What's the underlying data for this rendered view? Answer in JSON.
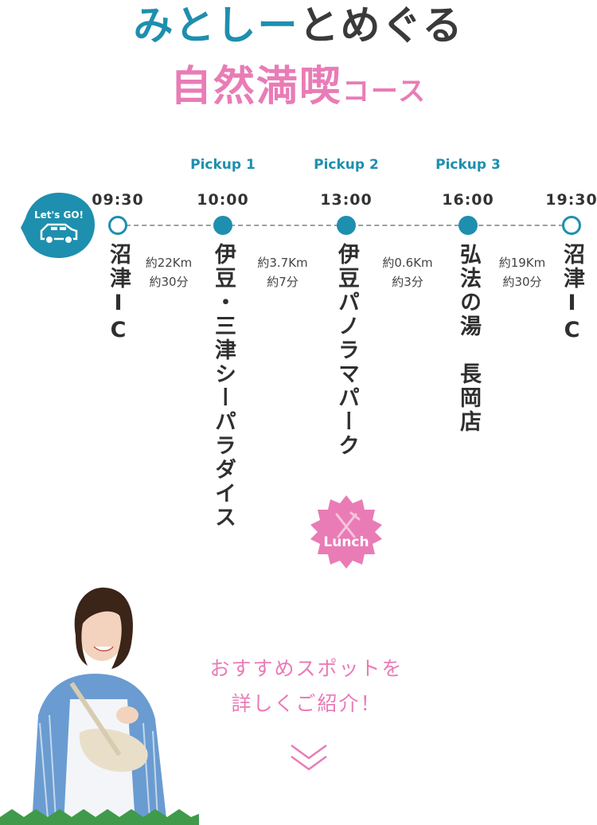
{
  "title": {
    "line1_teal": "みとしー",
    "line1_dark": "とめぐる",
    "line2_big": "自然満喫",
    "line2_small": "コース"
  },
  "badge": {
    "text": "Let's GO!",
    "icon": "car-icon",
    "color": "#1e8fae"
  },
  "stops": [
    {
      "time": "09:30",
      "name": "沼津IC",
      "pickup": "",
      "type": "open"
    },
    {
      "time": "10:00",
      "name": "伊豆・三津シーパラダイス",
      "pickup": "Pickup 1",
      "type": "filled"
    },
    {
      "time": "13:00",
      "name": "伊豆パノラマパーク",
      "pickup": "Pickup 2",
      "type": "filled"
    },
    {
      "time": "16:00",
      "name": "弘法の湯　長岡店",
      "pickup": "Pickup 3",
      "type": "filled"
    },
    {
      "time": "19:30",
      "name": "沼津IC",
      "pickup": "",
      "type": "open"
    }
  ],
  "distances": [
    {
      "km": "約22Km",
      "time": "約30分"
    },
    {
      "km": "約3.7Km",
      "time": "約7分"
    },
    {
      "km": "約0.6Km",
      "time": "約3分"
    },
    {
      "km": "約19Km",
      "time": "約30分"
    }
  ],
  "lunch": {
    "text": "Lunch",
    "icon": "fork-knife-icon",
    "color": "#e97cb6"
  },
  "recommend": {
    "line1": "おすすめスポットを",
    "line2": "詳しくご紹介！"
  },
  "colors": {
    "teal": "#1e8fae",
    "pink": "#e97cb6",
    "dark": "#333333"
  }
}
